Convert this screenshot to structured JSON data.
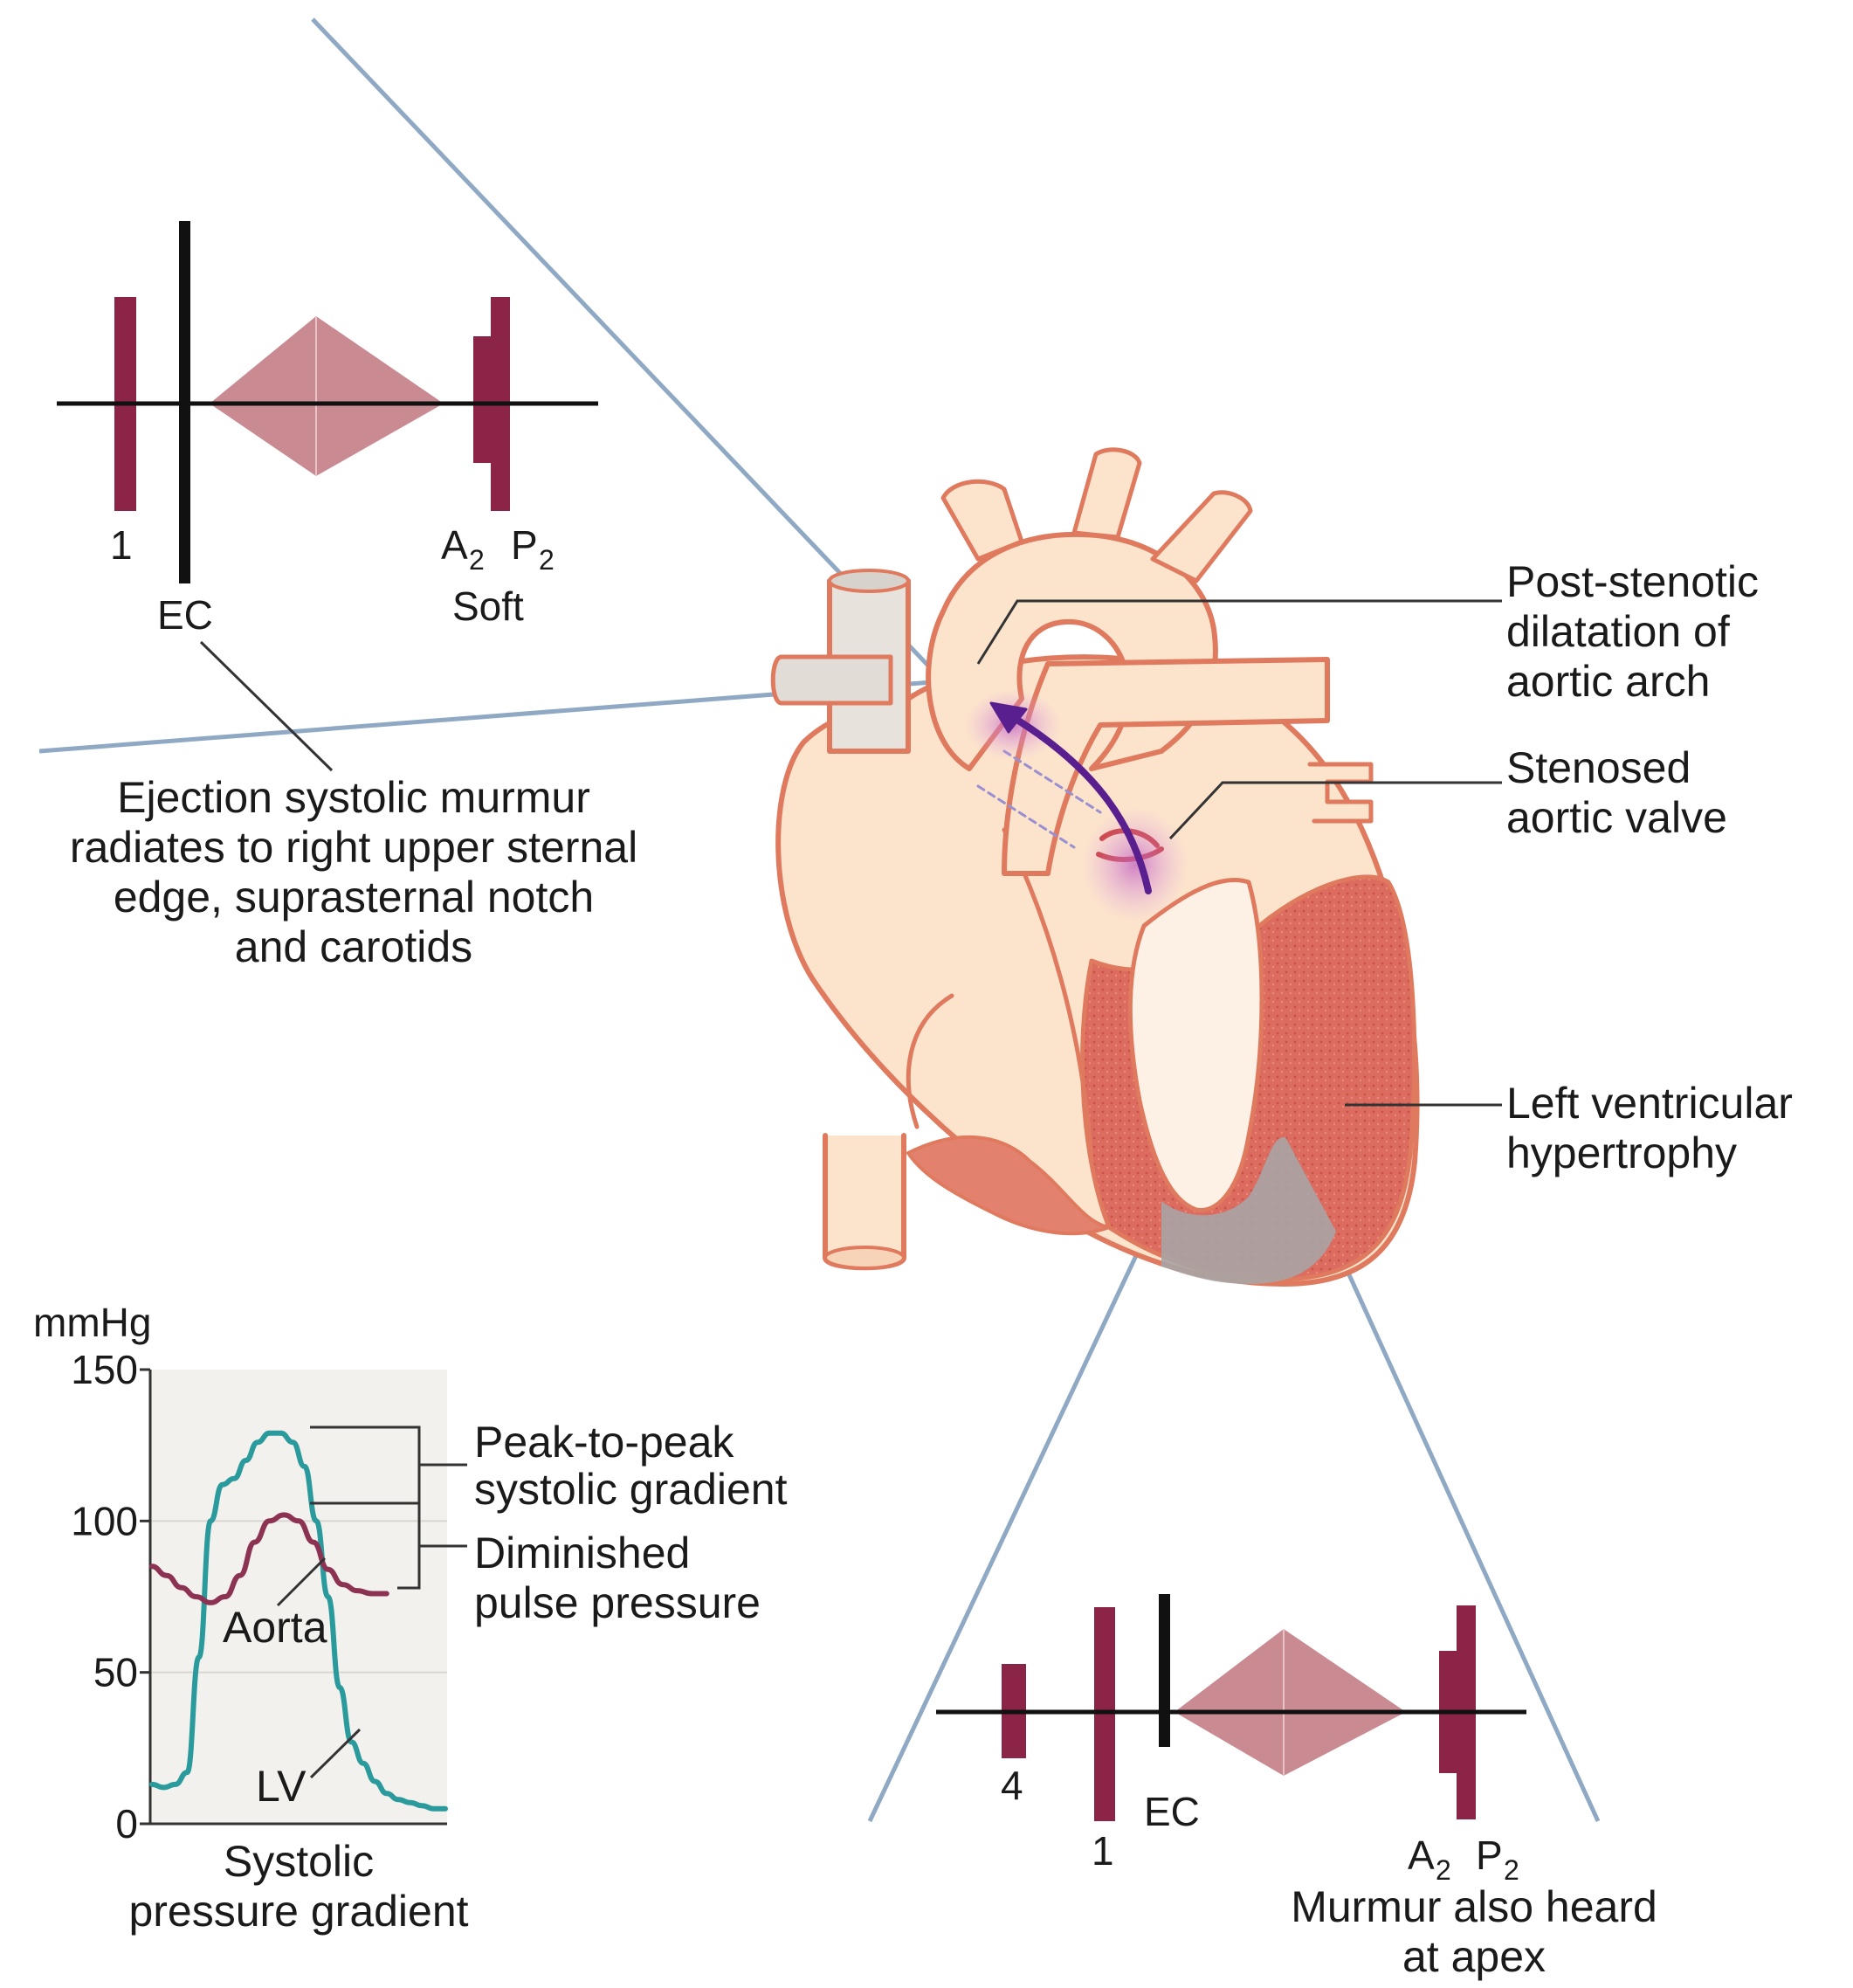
{
  "top_panel": {
    "s1_label": "1",
    "ec_label": "EC",
    "a2_letter": "A",
    "a2_sub": "2",
    "p2_letter": "P",
    "p2_sub": "2",
    "soft_label": "Soft",
    "description_lines": [
      "Ejection systolic murmur",
      "radiates to right upper sternal",
      "edge, suprasternal notch",
      "and carotids"
    ]
  },
  "heart_labels": {
    "post_stenotic": [
      "Post-stenotic",
      "dilatation of",
      "aortic arch"
    ],
    "stenosed_valve": [
      "Stenosed",
      "aortic valve"
    ],
    "lv_hypertrophy": [
      "Left ventricular",
      "hypertrophy"
    ]
  },
  "apex_panel": {
    "s4_label": "4",
    "s1_label": "1",
    "ec_label": "EC",
    "a2_letter": "A",
    "a2_sub": "2",
    "p2_letter": "P",
    "p2_sub": "2",
    "caption_lines": [
      "Murmur also heard",
      "at apex"
    ]
  },
  "chart_data": {
    "type": "line",
    "ylabel": "mmHg",
    "ylim": [
      0,
      150
    ],
    "yticks": [
      0,
      50,
      100,
      150
    ],
    "xlabel_lines": [
      "Systolic",
      "pressure gradient"
    ],
    "grid": true,
    "series": [
      {
        "name": "LV",
        "color": "#2a9a9c",
        "x": [
          0.0,
          0.04,
          0.08,
          0.12,
          0.16,
          0.2,
          0.24,
          0.28,
          0.32,
          0.36,
          0.4,
          0.44,
          0.48,
          0.52,
          0.56,
          0.6,
          0.64,
          0.68,
          0.72,
          0.76,
          0.8,
          0.84,
          0.88,
          0.92,
          0.96,
          1.0
        ],
        "y": [
          13,
          12,
          13,
          17,
          55,
          100,
          112,
          114,
          120,
          126,
          129,
          129,
          126,
          118,
          100,
          75,
          45,
          27,
          20,
          14,
          10,
          8,
          7,
          6,
          5,
          5
        ]
      },
      {
        "name": "Aorta",
        "color": "#8c3353",
        "x": [
          0.0,
          0.05,
          0.1,
          0.15,
          0.2,
          0.25,
          0.3,
          0.35,
          0.4,
          0.45,
          0.5,
          0.55,
          0.6,
          0.65,
          0.7,
          0.75,
          0.8
        ],
        "y": [
          85,
          82,
          78,
          75,
          73,
          75,
          82,
          93,
          100,
          102,
          100,
          93,
          84,
          79,
          77,
          76,
          76
        ]
      }
    ],
    "annotations": [
      "Peak-to-peak",
      "systolic gradient",
      "Diminished",
      "pulse pressure"
    ]
  },
  "colors": {
    "heart_wall": "#e07a5f",
    "heart_fill": "#fbe3cc",
    "myocardium": "#d9685e",
    "sound_bar": "#8b2446",
    "murmur_diamond": "#c98a92",
    "cone_line": "#8fa9c4",
    "jet": "#7b2cbf"
  }
}
